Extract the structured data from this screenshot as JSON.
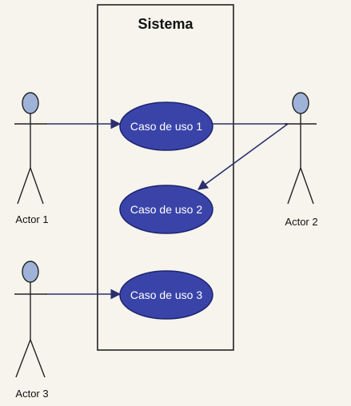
{
  "system": {
    "title": "Sistema"
  },
  "use_cases": [
    {
      "id": "uc1",
      "label": "Caso de uso 1"
    },
    {
      "id": "uc2",
      "label": "Caso de uso 2"
    },
    {
      "id": "uc3",
      "label": "Caso de uso 3"
    }
  ],
  "actors": [
    {
      "id": "a1",
      "label": "Actor 1"
    },
    {
      "id": "a2",
      "label": "Actor 2"
    },
    {
      "id": "a3",
      "label": "Actor 3"
    }
  ],
  "colors": {
    "use_case_fill": "#3a44a8",
    "use_case_stroke": "#1d2370",
    "actor_head_fill": "#9fb3d8",
    "association_line": "#2b2f6e",
    "system_border": "#222222"
  }
}
